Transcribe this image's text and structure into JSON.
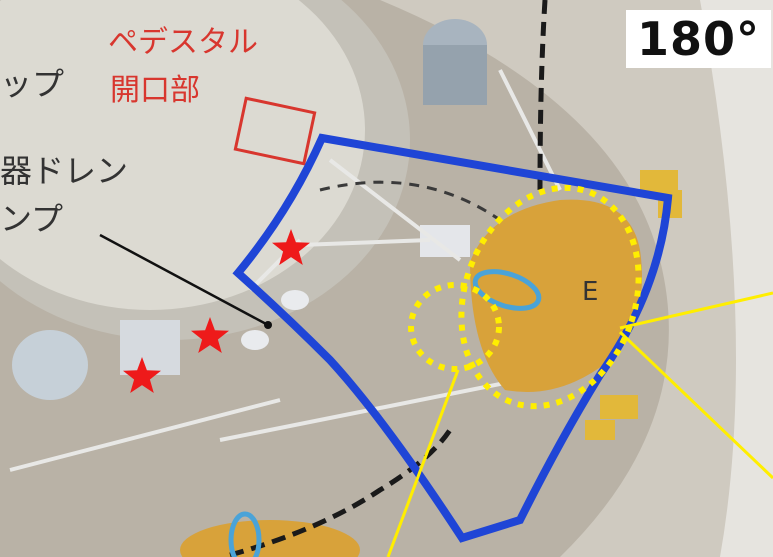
{
  "angle_label": "180°",
  "labels": {
    "pedestal_opening_line1": "ペデスタル",
    "pedestal_opening_line2": "開口部",
    "partial_top_left": "ップ",
    "drain_line1": "器ドレン",
    "drain_line2": "ンプ",
    "area_e": "E"
  },
  "colors": {
    "highlight_boundary": "#1f45d6",
    "dotted_circles": "#ffee00",
    "leader_lines": "#ffee00",
    "stars": "#ee1a1a",
    "pedestal_label": "#d8362e",
    "dashed_path": "#1a1a1a",
    "blue_ring": "#4aa3d8",
    "yellow_platform": "#d8a23a"
  }
}
